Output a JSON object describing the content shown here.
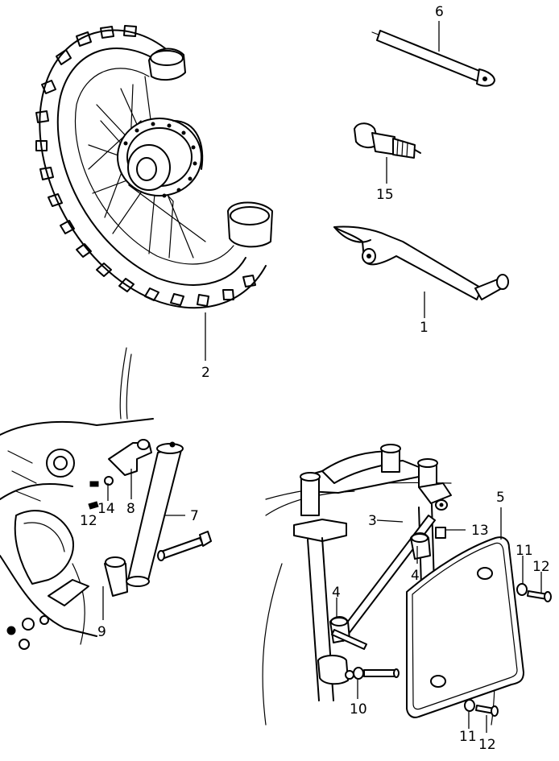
{
  "callouts": {
    "c1": "1",
    "c2": "2",
    "c3": "3",
    "c4a": "4",
    "c4b": "4",
    "c5": "5",
    "c6": "6",
    "c7": "7",
    "c8": "8",
    "c9": "9",
    "c10": "10",
    "c11a": "11",
    "c11b": "11",
    "c12a": "12",
    "c12b": "12",
    "c12c": "12",
    "c13": "13",
    "c14": "14",
    "c15": "15"
  }
}
